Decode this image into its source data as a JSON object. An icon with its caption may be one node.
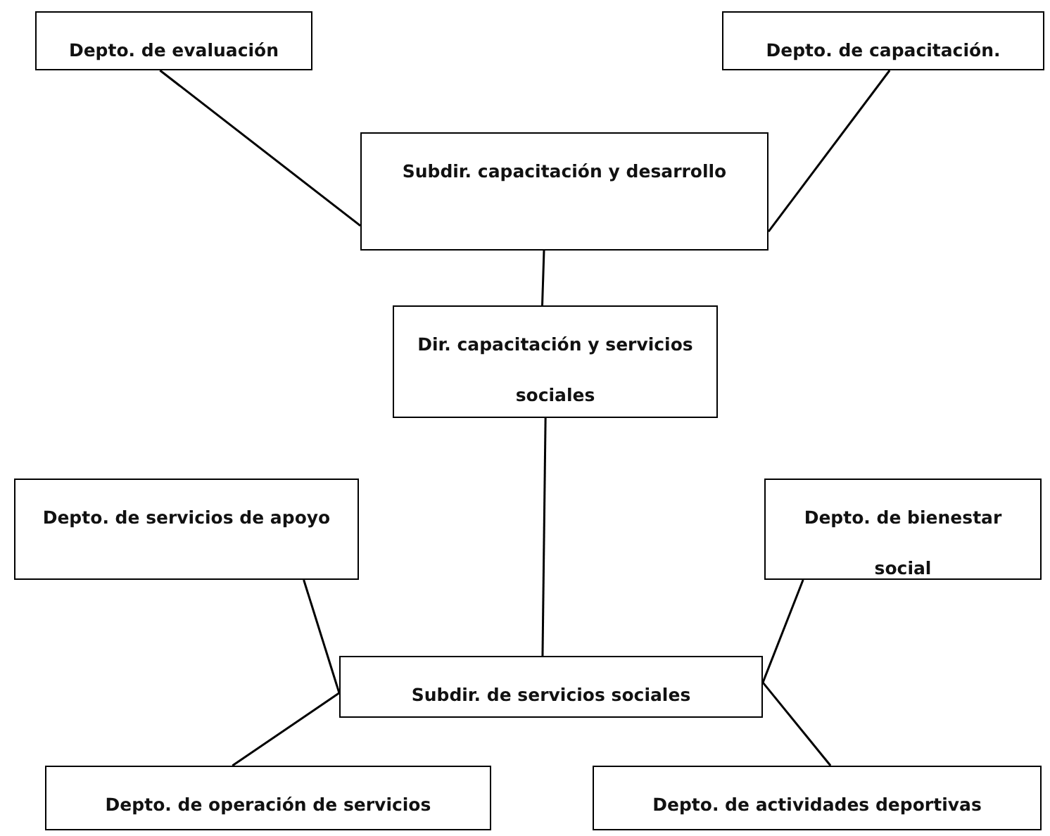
{
  "diagram": {
    "nodes": [
      {
        "text": [
          "Depto. de evaluación"
        ]
      },
      {
        "text": [
          "Depto. de capacitación."
        ]
      },
      {
        "text": [
          "Subdir. capacitación y desarrollo"
        ]
      },
      {
        "text": [
          "Dir. capacitación y servicios sociales"
        ]
      },
      {
        "text": [
          "Depto. de servicios de apoyo"
        ]
      },
      {
        "text": [
          "Depto. de bienestar social"
        ]
      },
      {
        "text": [
          "Subdir. de servicios sociales"
        ]
      },
      {
        "text": [
          "Depto. de operación de servicios"
        ]
      },
      {
        "text": [
          "Depto. de actividades deportivas"
        ]
      }
    ],
    "edges": [
      {
        "from": 0,
        "to": 2,
        "arrow": "none"
      },
      {
        "from": 1,
        "to": 2,
        "arrow": "none"
      },
      {
        "from": 2,
        "to": 3,
        "arrow": "none"
      },
      {
        "from": 3,
        "to": 6,
        "arrow": "none"
      },
      {
        "from": 4,
        "to": 6,
        "arrow": "none"
      },
      {
        "from": 5,
        "to": 6,
        "arrow": "none"
      },
      {
        "from": 6,
        "to": 7,
        "arrow": "none"
      },
      {
        "from": 6,
        "to": 8,
        "arrow": "none"
      }
    ]
  }
}
